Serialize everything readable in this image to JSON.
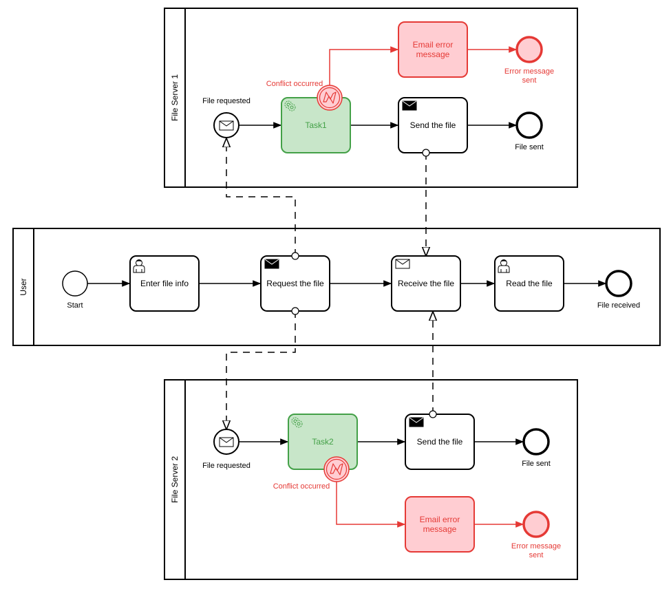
{
  "colors": {
    "line": "#000000",
    "error": "#e53935",
    "error_fill": "#ffcdd2",
    "task_green_fill": "#c8e6c9",
    "task_green_stroke": "#43a047",
    "task_green_text": "#43a047",
    "white": "#ffffff"
  },
  "pools": {
    "fs1": {
      "label": "File Server 1"
    },
    "user": {
      "label": "User"
    },
    "fs2": {
      "label": "File Server 2"
    }
  },
  "fs1": {
    "start_label": "File requested",
    "task": "Task1",
    "send": "Send the file",
    "end_label": "File sent",
    "conflict_label": "Conflict occurred",
    "error_task_l1": "Email error",
    "error_task_l2": "message",
    "error_end_l1": "Error message",
    "error_end_l2": "sent"
  },
  "user": {
    "start_label": "Start",
    "enter": "Enter file info",
    "request": "Request the file",
    "receive": "Receive the file",
    "read": "Read the file",
    "end_label": "File received"
  },
  "fs2": {
    "start_label": "File requested",
    "task": "Task2",
    "send": "Send the file",
    "end_label": "File sent",
    "conflict_label": "Conflict occurred",
    "error_task_l1": "Email error",
    "error_task_l2": "message",
    "error_end_l1": "Error message",
    "error_end_l2": "sent"
  },
  "icons": {
    "envelope": "envelope-icon",
    "user": "user-icon",
    "gear": "gear-icon",
    "lightning": "lightning-icon"
  }
}
